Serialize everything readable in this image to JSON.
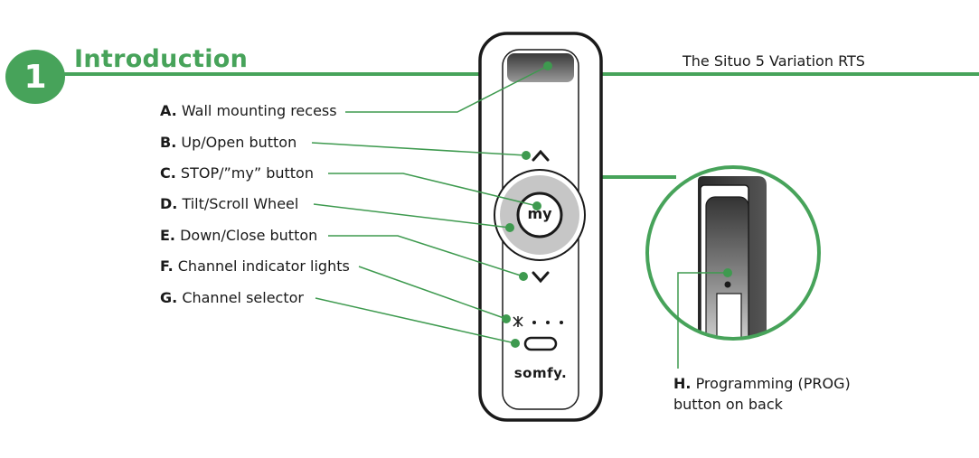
{
  "header": {
    "section_number": "1",
    "section_title": "Introduction",
    "product_name": "The Situo 5 Variation RTS"
  },
  "colors": {
    "accent": "#47a35a",
    "dot": "#3e9a4f",
    "outline": "#1a1a1a"
  },
  "callouts": [
    {
      "letter": "A.",
      "text": "Wall mounting recess"
    },
    {
      "letter": "B.",
      "text": "Up/Open button"
    },
    {
      "letter": "C.",
      "text": "STOP/”my” button"
    },
    {
      "letter": "D.",
      "text": "Tilt/Scroll Wheel"
    },
    {
      "letter": "E.",
      "text": "Down/Close button"
    },
    {
      "letter": "F.",
      "text": "Channel indicator lights"
    },
    {
      "letter": "G.",
      "text": "Channel selector"
    }
  ],
  "remote": {
    "my_label": "my",
    "brand": "somfy."
  },
  "back_detail": {
    "letter": "H.",
    "line1": "Programming (PROG)",
    "line2": "button on back"
  }
}
